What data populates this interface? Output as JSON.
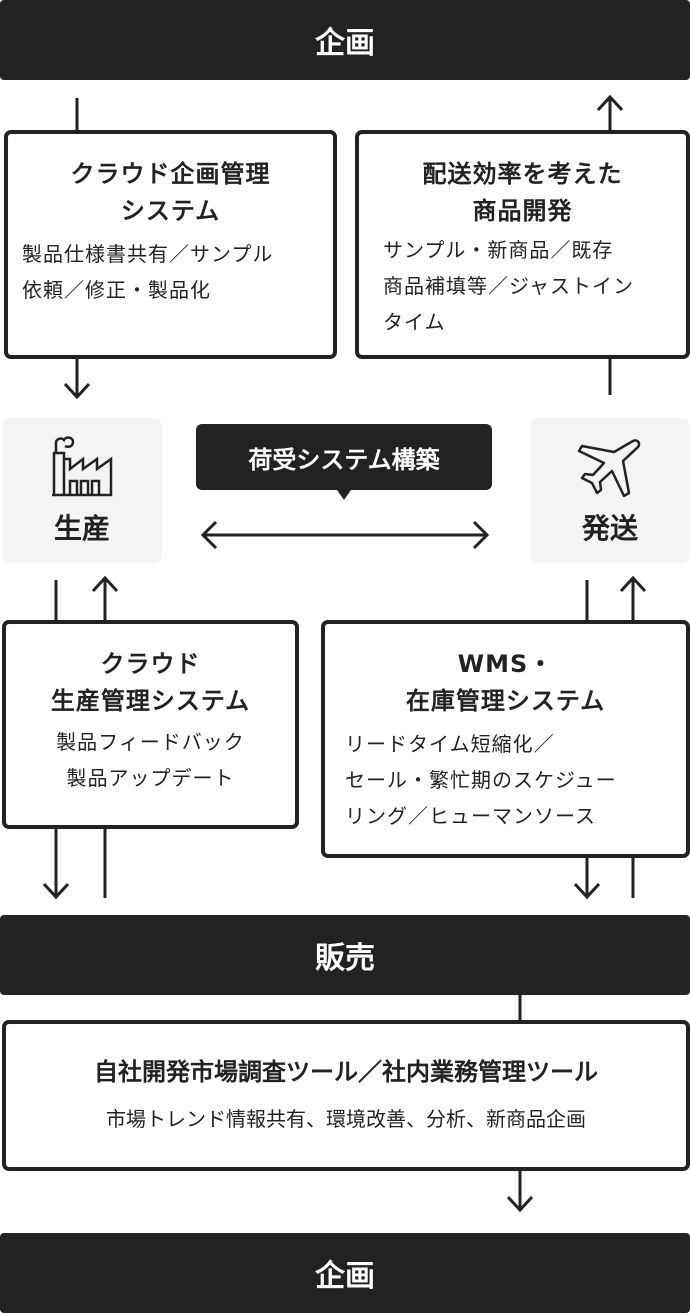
{
  "top_bar": {
    "label": "企画"
  },
  "planning_cloud": {
    "title": [
      "クラウド企画管理",
      "システム"
    ],
    "body": [
      "製品仕様書共有／サンプル",
      "依頼／修正・製品化"
    ]
  },
  "delivery_efficiency": {
    "title": [
      "配送効率を考えた",
      "商品開発"
    ],
    "body": [
      "サンプル・新商品／既存",
      "商品補填等／ジャストイン",
      "タイム"
    ]
  },
  "production": {
    "label": "生産",
    "icon": "factory-icon"
  },
  "shipping": {
    "label": "発送",
    "icon": "airplane-icon"
  },
  "receiving_bubble": {
    "label": "荷受システム構築"
  },
  "production_cloud": {
    "title": [
      "クラウド",
      "生産管理システム"
    ],
    "body": [
      "製品フィードバック",
      "製品アップデート"
    ]
  },
  "wms": {
    "title": [
      "WMS・",
      "在庫管理システム"
    ],
    "body": [
      "リードタイム短縮化／",
      "セール・繁忙期のスケジュー",
      "リング／ヒューマンソース"
    ]
  },
  "sales_bar": {
    "label": "販売"
  },
  "research_tool": {
    "title": "自社開発市場調査ツール／社内業務管理ツール",
    "body": "市場トレンド情報共有、環境改善、分析、新商品企画"
  },
  "bottom_bar": {
    "label": "企画"
  }
}
